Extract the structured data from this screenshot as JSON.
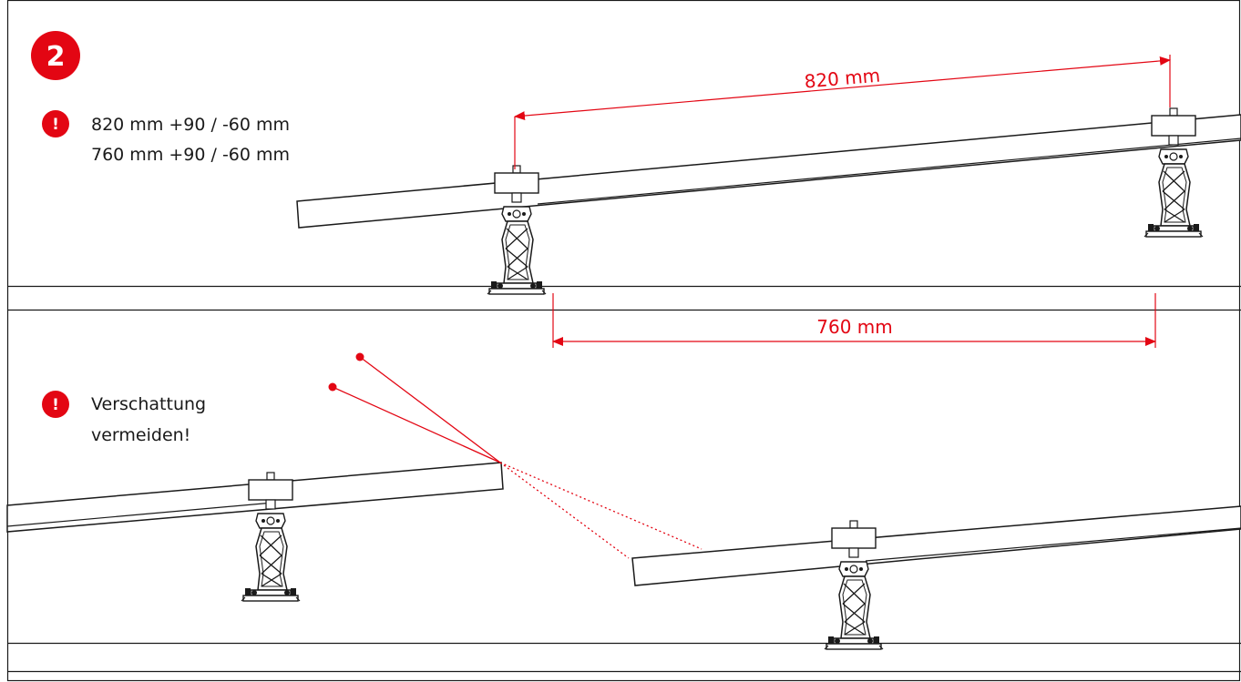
{
  "step": {
    "number": "2"
  },
  "warning_spacing": {
    "icon": "!",
    "line1": "820 mm +90 / -60 mm",
    "line2": "760 mm +90 / -60 mm"
  },
  "warning_shading": {
    "icon": "!",
    "line1": "Verschattung",
    "line2": "vermeiden!"
  },
  "dimension_top": {
    "label": "820 mm"
  },
  "dimension_bottom": {
    "label": "760 mm"
  },
  "colors": {
    "accent_red": "#e30613",
    "line_black": "#1a1a1a",
    "panel_fill": "#ffffff"
  },
  "icons": [
    "warning-exclamation-icon",
    "step-number-badge"
  ]
}
